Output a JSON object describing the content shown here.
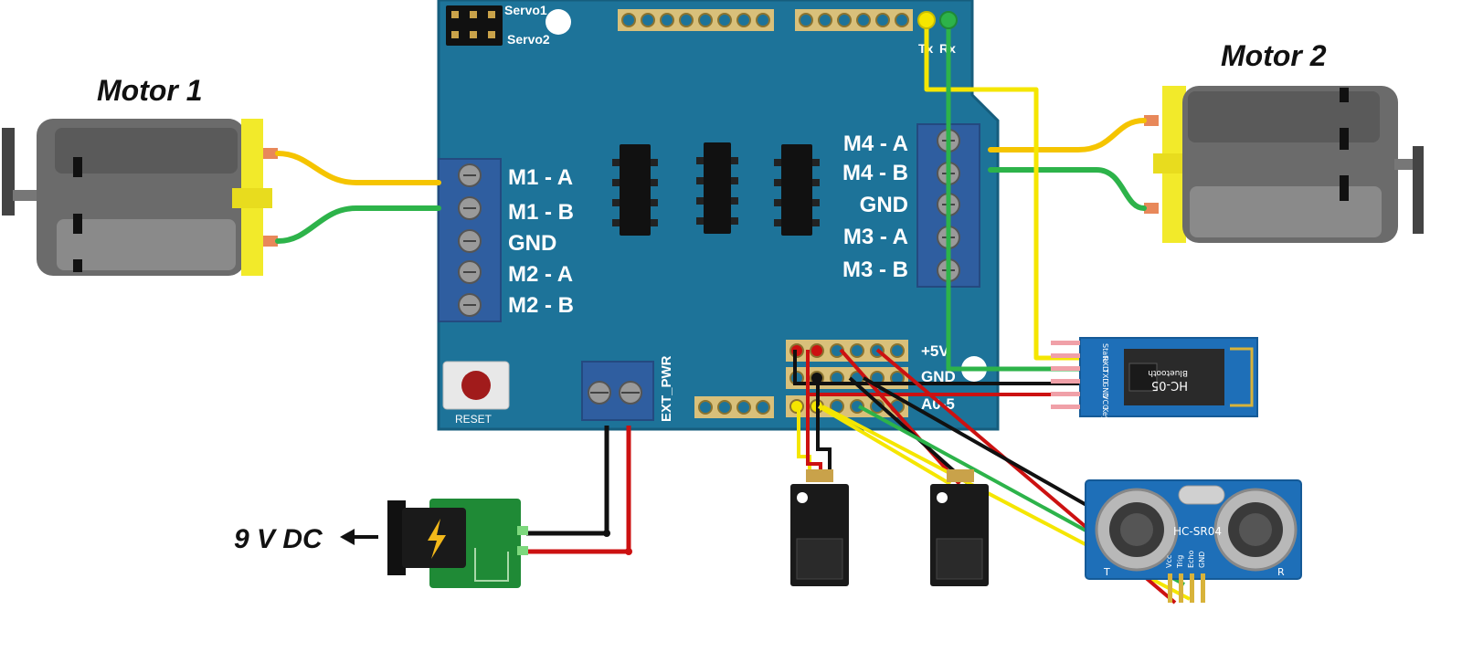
{
  "motors": {
    "motor1": "Motor 1",
    "motor2": "Motor 2"
  },
  "shield": {
    "servo1": "Servo1",
    "servo2": "Servo2",
    "tx": "Tx",
    "rx": "Rx",
    "left_terminals": [
      "M1 - A",
      "M1 - B",
      "GND",
      "M2 - A",
      "M2 - B"
    ],
    "right_terminals": [
      "M4 - A",
      "M4 - B",
      "GND",
      "M3 - A",
      "M3 - B"
    ],
    "reset": "RESET",
    "ext_pwr": "EXT_PWR",
    "rail_5v": "+5V",
    "rail_gnd": "GND",
    "rail_a0": "A0-5"
  },
  "power": {
    "label": "9 V DC"
  },
  "bluetooth": {
    "model": "HC-05",
    "sub": "Bluetooth",
    "pins": [
      "State",
      "RXD",
      "TXD",
      "GND",
      "VCC",
      "Key"
    ]
  },
  "ultrasonic": {
    "model": "HC-SR04",
    "pins": [
      "Vcc",
      "Trig",
      "Echo",
      "GND"
    ],
    "t": "T",
    "r": "R"
  },
  "colors": {
    "board": "#1d7399",
    "wire_yellow": "#f5e600",
    "wire_green": "#2db34a",
    "wire_red": "#cc1111",
    "wire_black": "#111111",
    "motor_yellow": "#f2ea2a"
  }
}
